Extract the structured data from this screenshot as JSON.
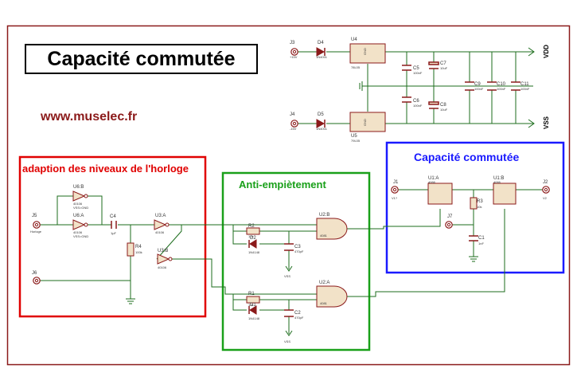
{
  "title": "Capacité commutée",
  "website": "www.muselec.fr",
  "sections": {
    "horloge": "adaption des niveaux de l'horloge",
    "anti": "Anti-empiètement",
    "capa": "Capacité commutée"
  },
  "rails": {
    "vdd": "VDD",
    "vss": "VSS"
  },
  "supply": {
    "j3": "J3",
    "j3_val": "+15V",
    "j4": "J4",
    "j4_val": "-15V",
    "d4": "D4",
    "d4_val": "1N4001",
    "d5": "D5",
    "d5_val": "1N4001",
    "u4": "U4",
    "u4_val": "78L05",
    "u5": "U5",
    "u5_val": "79L05",
    "c5": "C5",
    "c5_val": "100nF",
    "c6": "C6",
    "c6_val": "100nF",
    "c7": "C7",
    "c7_val": "10uF",
    "c8": "C8",
    "c8_val": "10uF",
    "c9": "C9",
    "c9_val": "100nF",
    "c10": "C10",
    "c10_val": "100nF",
    "c11": "C11",
    "c11_val": "100nF",
    "gnd_label": "GND"
  },
  "clock": {
    "u6b": "U6:B",
    "u6b_val": "40106",
    "u6b_pwr": "VSS=GND",
    "u6a": "U6:A",
    "u6a_val": "40106",
    "u6a_pwr": "VSS=GND",
    "j5": "J5",
    "j5_val": "Horloge",
    "c4": "C4",
    "c4_val": "1µF",
    "r4": "R4",
    "r4_val": "100k",
    "u3a": "U3:A",
    "u3a_val": "40106",
    "u3b": "U3:B",
    "u3b_val": "40106",
    "j6": "J6"
  },
  "anti": {
    "r2": "R2",
    "r2_val": "10k",
    "d2": "D2",
    "d2_val": "1N4148",
    "c3": "C3",
    "c3_val": "470pF",
    "vss1": "VSS",
    "u2b": "U2:B",
    "u2b_val": "4081",
    "r1": "R1",
    "r1_val": "10k",
    "d1": "D1",
    "d1_val": "1N4148",
    "c2": "C2",
    "c2_val": "470pF",
    "vss2": "VSS",
    "u2a": "U2:A",
    "u2a_val": "4081"
  },
  "capa": {
    "j1": "J1",
    "j1_val": "V1?",
    "u1a": "U1:A",
    "u1a_val": "4066",
    "u1b": "U1:B",
    "u1b_val": "4066",
    "j2": "J2",
    "j2_val": "V2",
    "r3": "R3",
    "r3_val": "10k",
    "j7": "J7",
    "c1": "C1",
    "c1_val": "1nF"
  },
  "colors": {
    "frame": "#8b1a1a",
    "wire": "#1e6e1e",
    "comp": "#8b1a1a",
    "fill": "#f2e2c8",
    "red": "#e00000",
    "green": "#1aa01a",
    "blue": "#1a1aff"
  }
}
